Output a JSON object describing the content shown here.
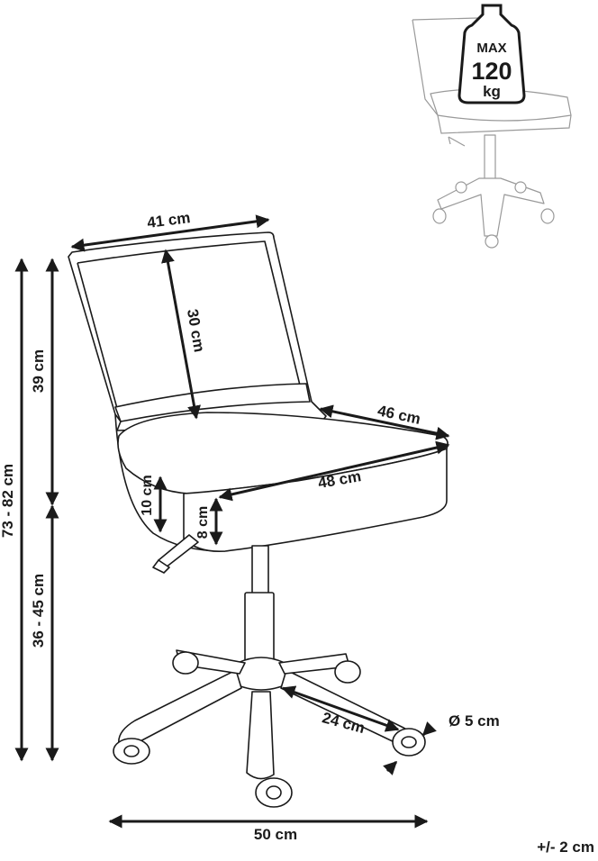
{
  "dimensions": {
    "backrest_width": "41 cm",
    "backrest_height": "30 cm",
    "seat_depth": "46 cm",
    "seat_width": "48 cm",
    "armrest_height": "10 cm",
    "seat_thickness": "8 cm",
    "back_height": "39 cm",
    "total_height": "73 - 82 cm",
    "seat_height": "36 - 45 cm",
    "leg_length": "24 cm",
    "wheel_diameter": "Ø 5 cm",
    "base_width": "50 cm",
    "tolerance": "+/- 2 cm"
  },
  "weight_badge": {
    "line1": "MAX",
    "line2": "120",
    "line3": "kg"
  }
}
